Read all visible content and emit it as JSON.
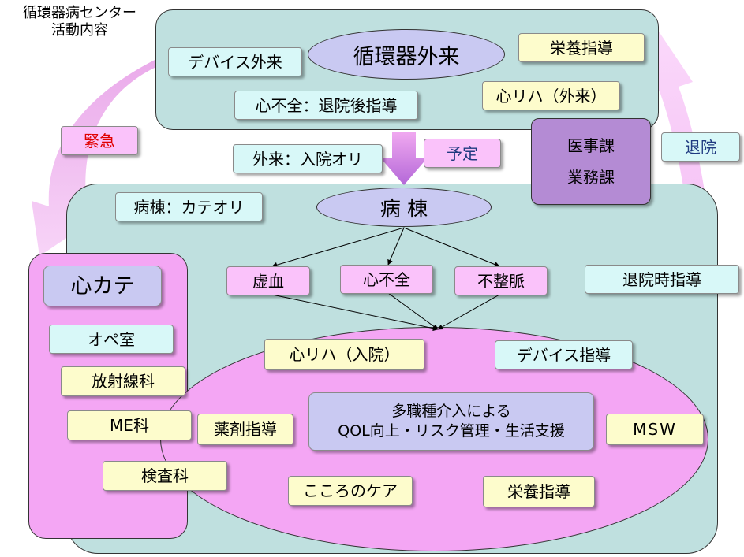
{
  "title": {
    "line1": "循環器病センター",
    "line2": "活動内容"
  },
  "outpatient": {
    "heading": "循環器外来",
    "device_outpatient": "デバイス外来",
    "nutrition_guidance": "栄養指導",
    "cardiac_rehab_outpatient": "心リハ（外来）",
    "heart_failure_post_discharge": "心不全：退院後指導"
  },
  "admin": {
    "medical_affairs": "医事課",
    "operations": "業務課"
  },
  "flow_labels": {
    "emergency": "緊急",
    "outpatient_admission_orientation": "外来：入院オリ",
    "scheduled": "予定",
    "discharge": "退院"
  },
  "ward": {
    "heading": "病 棟",
    "ward_catheter_orientation": "病棟：カテオリ",
    "ischemia": "虚血",
    "heart_failure": "心不全",
    "arrhythmia": "不整脈",
    "discharge_guidance": "退院時指導",
    "cardiac_rehab_inpatient": "心リハ（入院）",
    "device_guidance": "デバイス指導",
    "pharmacy_guidance": "薬剤指導",
    "multidisciplinary_line1": "多職種介入による",
    "multidisciplinary_line2": "QOL向上・リスク管理・生活支援",
    "msw": "MSW",
    "mental_care": "こころのケア",
    "nutrition_guidance": "栄養指導"
  },
  "cath": {
    "heading": "心カテ",
    "operating_room": "オペ室",
    "radiology": "放射線科",
    "me_department": "ME科",
    "laboratory": "検査科"
  },
  "colors": {
    "panel_teal": "#bfe0df",
    "panel_pink": "#f4a6f4",
    "box_cyan": "#d8f8f8",
    "box_yellow": "#fdfccc",
    "box_pink": "#fac2fa",
    "box_lavender": "#c9c9f2",
    "box_purple": "#b48bd4",
    "emergency_text": "#e00000",
    "flow_text": "#1f3a80"
  }
}
